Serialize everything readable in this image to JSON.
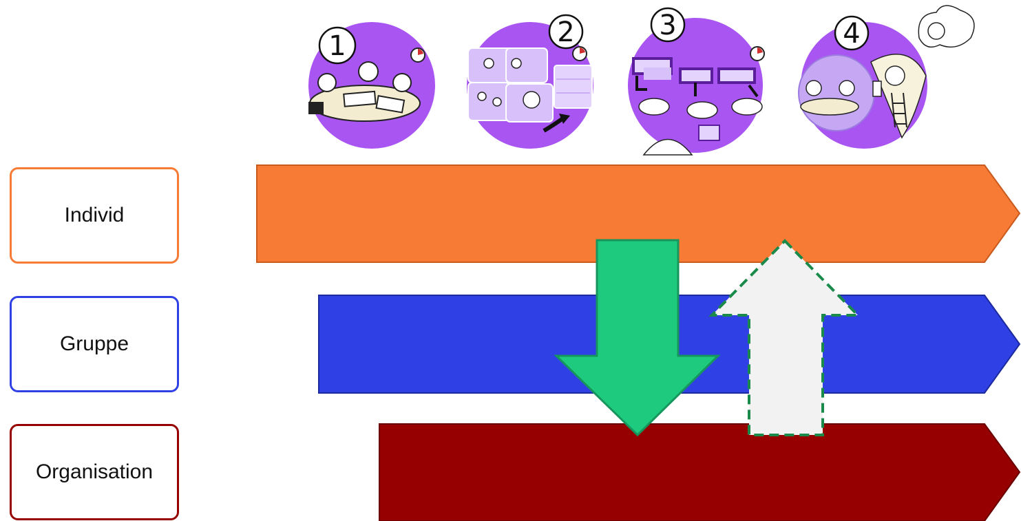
{
  "levels": [
    {
      "label": "Individ",
      "color": "#f77b35",
      "stroke": "#c85a1e"
    },
    {
      "label": "Gruppe",
      "color": "#2f40e4",
      "stroke": "#1c2a9e"
    },
    {
      "label": "Organisation",
      "color": "#960000",
      "stroke": "#6a0000"
    }
  ],
  "steps": [
    {
      "number": "1",
      "icon": "meeting-table-icon"
    },
    {
      "number": "2",
      "icon": "group-work-icon"
    },
    {
      "number": "3",
      "icon": "cluster-presentation-icon"
    },
    {
      "number": "4",
      "icon": "reflection-ladder-icon"
    }
  ],
  "arrows": {
    "down": {
      "fill": "#1ecb7e",
      "stroke": "#16965d",
      "style": "solid"
    },
    "up": {
      "fill": "#f2f2f2",
      "stroke": "#1a8a4a",
      "style": "dashed"
    }
  },
  "accent_purple": "#a955f2"
}
